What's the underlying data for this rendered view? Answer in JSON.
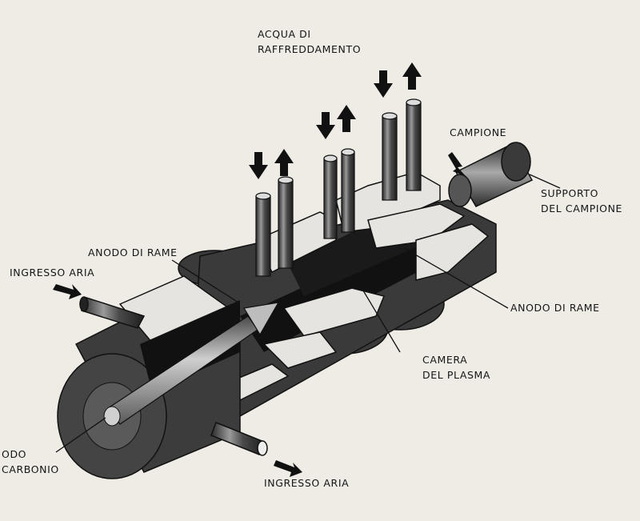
{
  "labels": {
    "cooling_water": [
      "ACQUA DI",
      "RAFFREDDAMENTO"
    ],
    "sample": "CAMPIONE",
    "sample_holder": [
      "SUPPORTO",
      "DEL CAMPIONE"
    ],
    "copper_anode_left": "ANODO DI RAME",
    "copper_anode_right": "ANODO DI RAME",
    "air_inlet_left": "INGRESSO ARIA",
    "air_inlet_bottom": "INGRESSO ARIA",
    "plasma_chamber": [
      "CAMERA",
      "DEL PLASMA"
    ],
    "carbon_electrode": [
      "ODO",
      "CARBONIO"
    ]
  },
  "colors": {
    "paper": "#efece6",
    "ink": "#161616",
    "body_dark": "#3a3a3a",
    "cut_face": "#e6e4e0"
  }
}
